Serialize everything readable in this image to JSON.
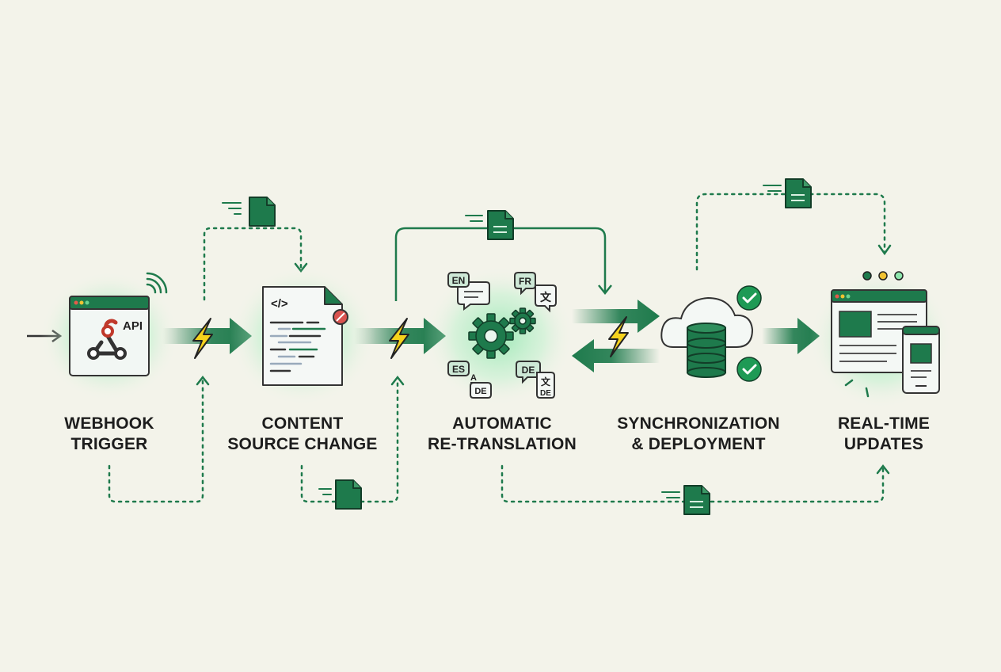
{
  "steps": [
    {
      "line1": "WEBHOOK",
      "line2": "TRIGGER"
    },
    {
      "line1": "CONTENT",
      "line2": "SOURCE CHANGE"
    },
    {
      "line1": "AUTOMATIC",
      "line2": "RE-TRANSLATION"
    },
    {
      "line1": "SYNCHRONIZATION",
      "line2": "& DEPLOYMENT"
    },
    {
      "line1": "REAL-TIME",
      "line2": "UPDATES"
    }
  ],
  "webhook_badge": "API",
  "code_tag": "</>",
  "languages": {
    "en": "EN",
    "fr": "FR",
    "fr_glyph": "文",
    "es": "ES",
    "es_glyph": "A",
    "es_de": "DE",
    "de": "DE",
    "de_glyph": "文",
    "de_de": "DE"
  },
  "colors": {
    "background": "#f3f3ea",
    "primary_green": "#1e7a4c",
    "dark_green": "#17573a",
    "lightning_yellow": "#f5d21c",
    "glow_green": "#8ee6ad",
    "error_red": "#d9534f"
  },
  "icons": [
    "webhook-window-icon",
    "wifi-signal-icon",
    "code-document-icon",
    "error-badge-icon",
    "gears-icon",
    "language-bubble-icon",
    "cloud-database-icon",
    "checkmark-icon",
    "browser-window-icon",
    "mobile-phone-icon",
    "lightning-bolt-icon",
    "document-icon"
  ]
}
